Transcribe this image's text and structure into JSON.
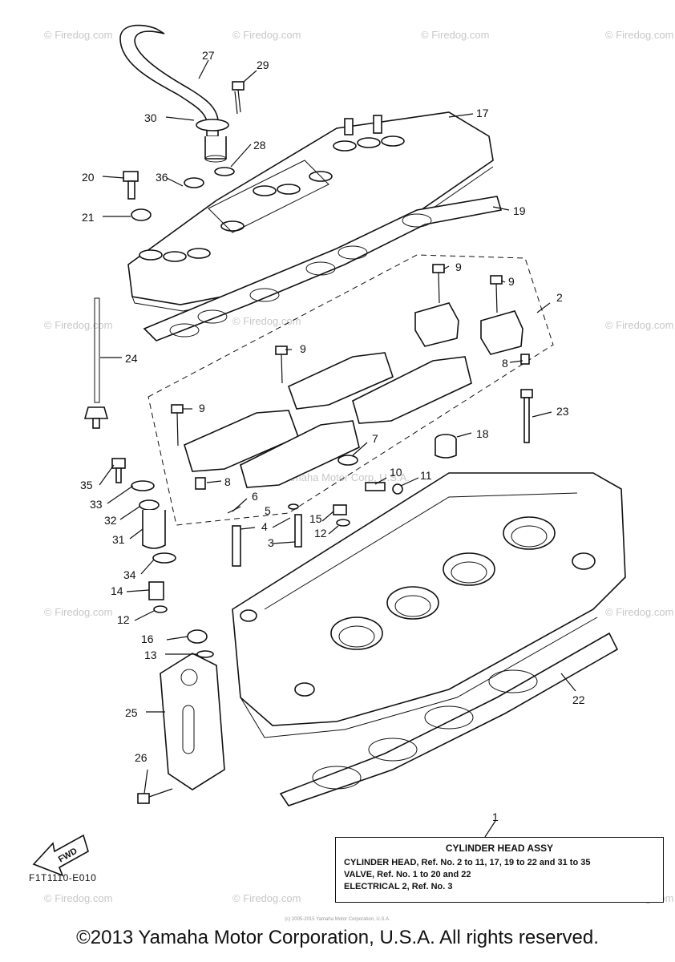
{
  "watermark": "© Firedog.com",
  "watermark2": "Yamaha Motor Corp, U.S.A.",
  "callouts": {
    "c1": "1",
    "c2": "2",
    "c3": "3",
    "c4": "4",
    "c5": "5",
    "c6": "6",
    "c7": "7",
    "c8a": "8",
    "c8b": "8",
    "c9a": "9",
    "c9b": "9",
    "c9c": "9",
    "c9d": "9",
    "c10": "10",
    "c11": "11",
    "c12a": "12",
    "c12b": "12",
    "c13": "13",
    "c14": "14",
    "c15": "15",
    "c16": "16",
    "c17": "17",
    "c18": "18",
    "c19": "19",
    "c20": "20",
    "c21": "21",
    "c22": "22",
    "c23": "23",
    "c24": "24",
    "c25": "25",
    "c26": "26",
    "c27": "27",
    "c28": "28",
    "c29": "29",
    "c30": "30",
    "c31": "31",
    "c32": "32",
    "c33": "33",
    "c34": "34",
    "c35": "35",
    "c36": "36"
  },
  "legend": {
    "title": "CYLINDER HEAD ASSY",
    "line1": "CYLINDER HEAD, Ref. No. 2 to 11, 17, 19 to 22 and 31 to 35",
    "line2": "VALVE, Ref. No. 1 to 20 and 22",
    "line3": "ELECTRICAL 2, Ref. No. 3"
  },
  "fwd_label": "FWD",
  "diagram_code": "F1T1110-E010",
  "fine_print": "(c) 2005-2015 Yamaha Motor Corporation, U.S.A.",
  "copyright": "©2013 Yamaha Motor Corporation, U.S.A. All rights reserved."
}
